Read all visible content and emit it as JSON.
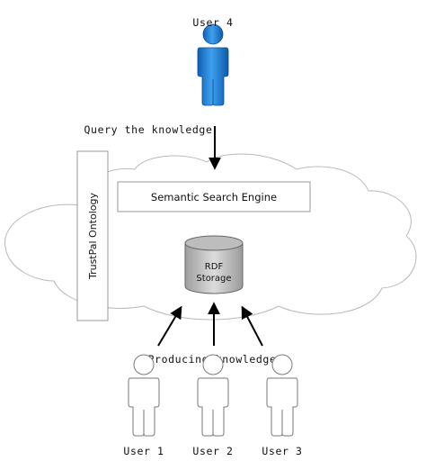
{
  "diagram": {
    "top_user_label": "User 4",
    "query_label": "Query the knowledge",
    "search_engine_label": "Semantic Search Engine",
    "ontology_label": "TrustPal Ontology",
    "storage_line1": "RDF",
    "storage_line2": "Storage",
    "producing_label": "Producing knowledge",
    "bottom_users": [
      "User 1",
      "User 2",
      "User 3"
    ],
    "colors": {
      "top_user": "#1f7fd6",
      "bottom_users": "#ffffff",
      "cloud_stroke": "#b9b9b9",
      "storage_fill": "#c8c8c8",
      "arrow": "#000000"
    }
  }
}
